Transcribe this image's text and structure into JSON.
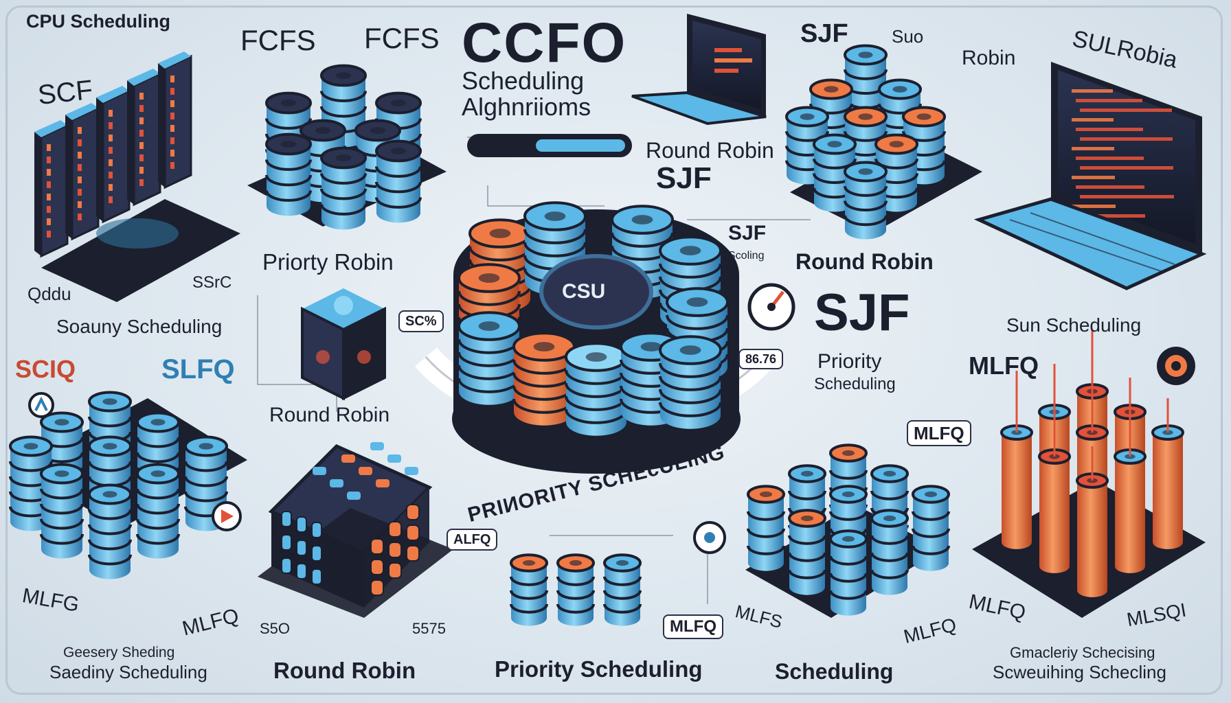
{
  "labels": {
    "top_left": "CPU Scheduling",
    "fcfs_1": "FCFS",
    "fcfs_2": "FCFS",
    "hero_title": "CCFO",
    "hero_sub_1": "Scheduling",
    "hero_sub_2": "Alghnriioms",
    "sjf_top": "SJF",
    "robin_top": "Robin",
    "robin_top_prefix": "Suo",
    "sulrobia": "SULRobia",
    "scf": "SCF",
    "round_robin_mid": "Round Robin",
    "sjf_mid": "SJF",
    "sjf_small": "SJF",
    "sjf_small_sub": "Scoling",
    "priority_robin": "Priorty Robin",
    "round_robin_right": "Round Robin",
    "core_label": "CSU",
    "sjf_big": "SJF",
    "ssrc": "SSrC",
    "oddu": "Qddu",
    "sought_scheduling": "Soauny Scheduling",
    "sun_scheduling": "Sun Scheduling",
    "priority_sched_1": "Priority",
    "priority_sched_2": "Scheduling",
    "sciq": "SCIQ",
    "slfq": "SLFQ",
    "round_robin_left": "Round Robin",
    "mlfq_right": "MLFQ",
    "mlfq_tag": "MLFQ",
    "mlfq_tag2": "MLFQ",
    "alfq_tag": "ALFQ",
    "sc6_tag": "SC%",
    "num_tag": "86.76",
    "ring_text": "PRIИORITY SCHEcULING",
    "mlfg": "MLFG",
    "mlfq_bl": "MLFQ",
    "s50": "S5O",
    "s55": "5575",
    "mlfs": "MLFS",
    "mlfq_br": "MLFQ",
    "mlsq": "MLSQI",
    "bottom_1a": "Geesery Sheding",
    "bottom_1b": "Saediny Scheduling",
    "bottom_round": "Round Robin",
    "bottom_priority": "Priority Scheduling",
    "bottom_sched": "Scheduling",
    "bottom_r1": "Gmacleriy Schecising",
    "bottom_r2": "Scweuihing Schecling"
  },
  "colors": {
    "navy": "#1c1f2e",
    "blue": "#5cb8e6",
    "blue_dark": "#2f7fb3",
    "orange": "#f07a45",
    "red_orange": "#e0523a"
  },
  "icons": [
    "server-rack-icon",
    "disk-stack-icon",
    "laptop-icon",
    "cube-icon",
    "gauge-icon",
    "play-icon",
    "clock-icon"
  ]
}
